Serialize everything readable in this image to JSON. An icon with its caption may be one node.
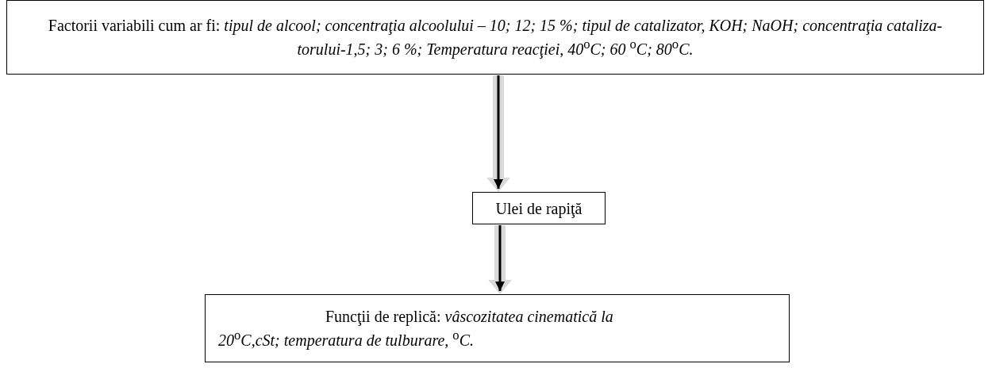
{
  "diagram": {
    "nodes": [
      {
        "text": [
          "Factorii variabili cum ar fi: *tipul de alcool; concentraţia alcoolului – 10; 12; 15 %; tipul de catalizator, KOH; NaOH; concentraţia cataliza-torului-1,5; 3; 6 %; Temperatura reacţiei, 40*$^{o}$*C; 60* $^{o}$*C; 80*$^{o}$*C.*"
        ]
      },
      {
        "text": [
          "Ulei de rapiţă"
        ]
      },
      {
        "text": [
          "Funcţii de replică: *vâscozitatea cinematică la 20*$^{o}$*C,cSt; temperatura de tulburare,* $^{o}$*C.*"
        ]
      }
    ],
    "edges": [
      {
        "from": 0,
        "to": 1,
        "arrow": "to"
      },
      {
        "from": 1,
        "to": 2,
        "arrow": "to"
      }
    ]
  }
}
